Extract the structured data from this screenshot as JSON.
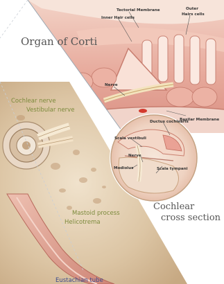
{
  "titles": {
    "organ_of_corti": "Organ of Corti",
    "cochlear_cross_section_line1": "Cochlear",
    "cochlear_cross_section_line2": "cross section"
  },
  "corti_labels": {
    "tectorial_membrane": "Tectorial Membrane",
    "inner_hair_cells": "Inner Hair cells",
    "outer_hair_cells_line1": "Outer",
    "outer_hair_cells_line2": "Hairs cells",
    "nerve": "Nerve",
    "basilar_membrane": "Basilar Membrane"
  },
  "cross_section_labels": {
    "ductus_cochlearis": "Ductus cochlearis",
    "scala_vestibuli": "Scala vestibuli",
    "nerve": "Nerve",
    "modiolus": "Modiolus",
    "scala_tympani": "Scala tympani"
  },
  "ear_labels": {
    "cochlear_nerve": "Cochlear nerve",
    "vestibular_nerve": "Vestibular nerve",
    "mastoid_process": "Mastoid process",
    "helicotrema": "Helicotrema",
    "eustachian_tube": "Eustachian tube"
  },
  "colors": {
    "label_olive": "#7c8a3c",
    "label_blue": "#3b4b8c",
    "title_gray": "#555555",
    "tissue_pink": "#e9b3a8",
    "tissue_dark": "#c9766a",
    "bone": "#d9c3a4"
  }
}
